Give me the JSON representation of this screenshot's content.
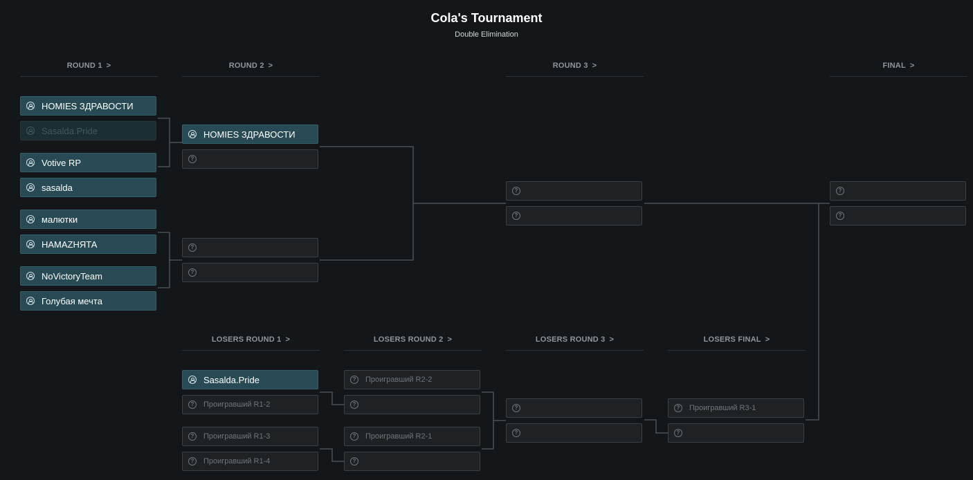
{
  "header": {
    "title": "Cola's Tournament",
    "subtitle": "Double Elimination"
  },
  "arrow": ">",
  "rounds": {
    "r1": "ROUND 1",
    "r2": "ROUND 2",
    "r3": "ROUND 3",
    "final": "FINAL",
    "l1": "LOSERS ROUND 1",
    "l2": "LOSERS ROUND 2",
    "l3": "LOSERS ROUND 3",
    "lf": "LOSERS FINAL"
  },
  "round1": [
    "HOMIES ЗДРАВОСТИ",
    "Sasalda.Pride",
    "Votive RP",
    "sasalda",
    "малютки",
    "НАМАZНЯТА",
    "NoVictoryTeam",
    "Голубая мечта"
  ],
  "round2": {
    "m1_top": "HOMIES ЗДРАВОСТИ"
  },
  "losers1": {
    "m1_top": "Sasalda.Pride",
    "m1_bottom": "Проигравший R1-2",
    "m2_top": "Проигравший R1-3",
    "m2_bottom": "Проигравший R1-4"
  },
  "losers2": {
    "m1_top": "Проигравший R2-2",
    "m2_top": "Проигравший R2-1"
  },
  "losers_final": {
    "top": "Проигравший R3-1"
  },
  "icons": {
    "team": "user-circle-icon",
    "unknown": "question-circle-icon"
  },
  "colors": {
    "background": "#131719",
    "team_slot": "#274a54",
    "empty_slot": "#1e2224",
    "line": "#4a5155"
  }
}
